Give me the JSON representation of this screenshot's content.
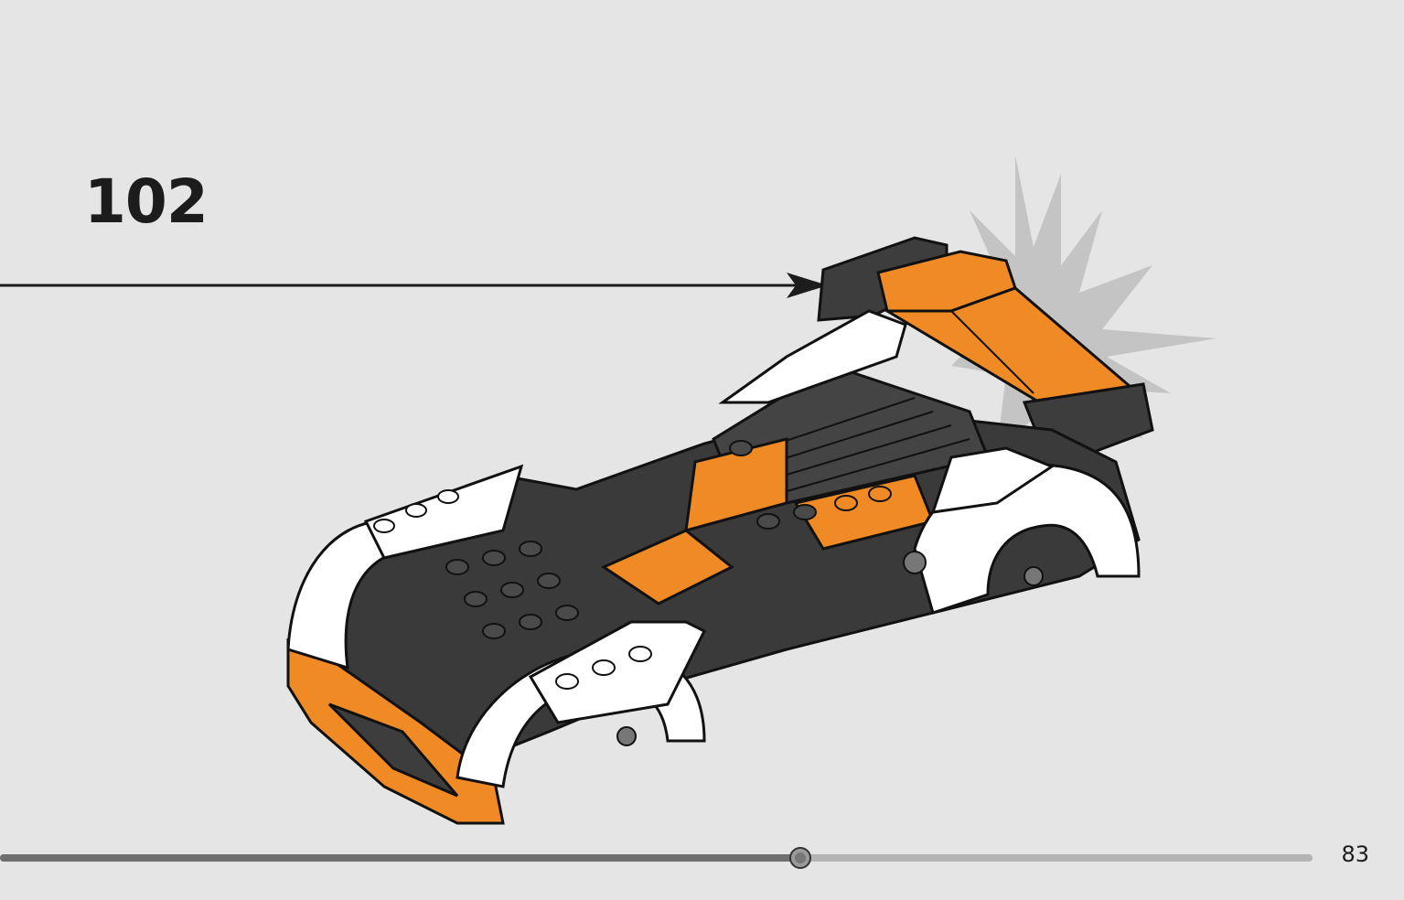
{
  "step": {
    "number": "102"
  },
  "page": {
    "number": "83"
  },
  "progress": {
    "fraction": 0.61
  },
  "colors": {
    "background": "#e5e5e5",
    "brick_orange": "#f08a24",
    "brick_dark": "#3a3a3a",
    "brick_white": "#ffffff",
    "track_filled": "#6f6f6f",
    "track_empty": "#b5b5b5"
  },
  "icons": {
    "callout_arrow": "arrow-right-icon",
    "impact_burst": "impact-burst-icon",
    "progress_knob": "slider-knob-icon"
  }
}
